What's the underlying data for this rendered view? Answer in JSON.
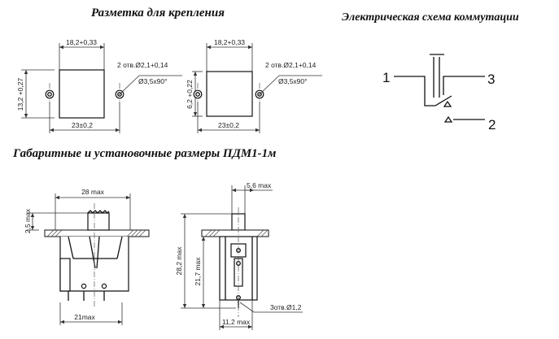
{
  "titles": {
    "mounting_marking": "Разметка для крепления",
    "schematic": "Электрическая схема коммутации",
    "dimensions": "Габаритные и установочные размеры ПДМ1-1м"
  },
  "mark_left": {
    "width": "18,2+0,33",
    "height": "13,2 +0,27",
    "holes": "2 отв.Ø2,1+0,14",
    "countersink": "Ø3,5х90°",
    "pitch": "23±0,2"
  },
  "mark_right": {
    "width": "18,2+0,33",
    "height": "6,2 +0,22",
    "holes": "2 отв.Ø2,1+0,14",
    "countersink": "Ø3,5х90°",
    "pitch": "23±0,2"
  },
  "schematic": {
    "terminal_1": "1",
    "terminal_2": "2",
    "terminal_3": "3"
  },
  "front_view": {
    "width_top": "28 max",
    "height_top": "2,5 max",
    "width_bottom": "21max"
  },
  "side_view": {
    "stem_width": "5,6 max",
    "total_height": "28,2 max",
    "body_height": "21,7 max",
    "pins": "3отв.Ø1,2",
    "base_width": "11,2 max"
  }
}
